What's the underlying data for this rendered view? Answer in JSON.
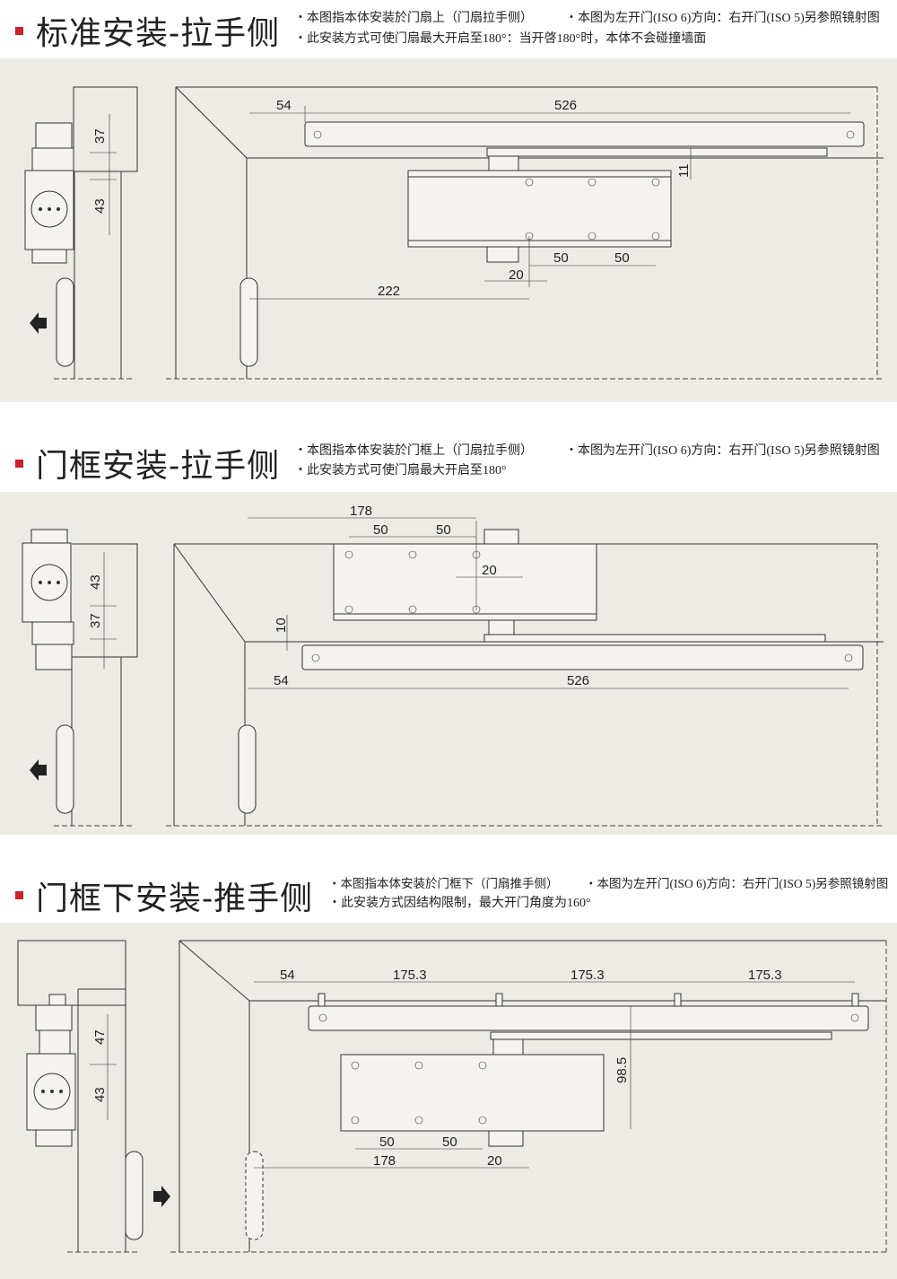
{
  "sections": [
    {
      "title": "标准安装-拉手侧",
      "note1a": "・本图指本体安装於门扇上（门扇拉手侧）",
      "note1b": "・本图为左开门(ISO 6)方向：右开门(ISO 5)另参照镜射图",
      "note2": "・此安装方式可使门扇最大开启至180°：当开啓180°时，本体不会碰撞墙面",
      "dims": {
        "a": "37",
        "b": "43",
        "c": "54",
        "d": "526",
        "e": "11",
        "f": "50",
        "g": "50",
        "h": "20",
        "i": "222"
      }
    },
    {
      "title": "门框安装-拉手侧",
      "note1a": "・本图指本体安装於门框上（门扇拉手侧）",
      "note1b": "・本图为左开门(ISO 6)方向：右开门(ISO 5)另参照镜射图",
      "note2": "・此安装方式可使门扇最大开启至180°",
      "dims": {
        "a": "43",
        "b": "37",
        "c": "178",
        "d": "50",
        "e": "50",
        "f": "20",
        "g": "10",
        "h": "54",
        "i": "526"
      }
    },
    {
      "title": "门框下安装-推手侧",
      "note1a": "・本图指本体安装於门框下（门扇推手侧）",
      "note1b": "・本图为左开门(ISO 6)方向：右开门(ISO 5)另参照镜射图",
      "note2": "・此安装方式因结构限制，最大开门角度为160°",
      "dims": {
        "a": "47",
        "b": "43",
        "c": "54",
        "d": "175.3",
        "e": "175.3",
        "f": "175.3",
        "g": "98.5",
        "h": "50",
        "i": "50",
        "j": "178",
        "k": "20"
      }
    }
  ],
  "colors": {
    "accent": "#d0202a",
    "panel": "#ecebe6"
  }
}
